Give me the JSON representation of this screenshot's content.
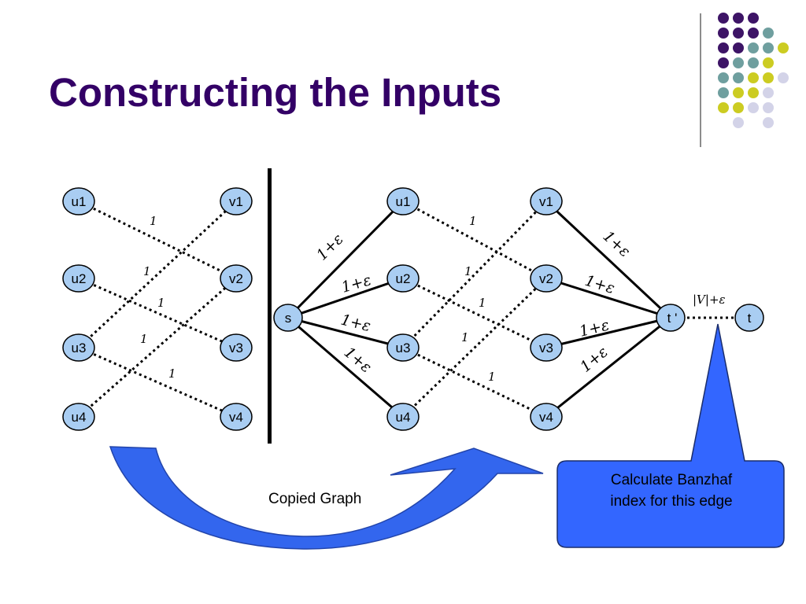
{
  "slide": {
    "title": "Constructing the Inputs"
  },
  "colors": {
    "title": "#330066",
    "node_fill": "#a9cdf2",
    "arrow": "#3366ee",
    "callout": "#3366ff",
    "dot_purple": "#3d1466",
    "dot_teal": "#6f9f9f",
    "dot_yellow": "#cccc22",
    "dot_lavender": "#d3d3e8"
  },
  "left_graph": {
    "u_nodes": [
      "u1",
      "u2",
      "u3",
      "u4"
    ],
    "v_nodes": [
      "v1",
      "v2",
      "v3",
      "v4"
    ],
    "edge_weight": "1"
  },
  "right_graph": {
    "source": "s",
    "sink_prime": "t '",
    "sink": "t",
    "u_nodes": [
      "u1",
      "u2",
      "u3",
      "u4"
    ],
    "v_nodes": [
      "v1",
      "v2",
      "v3",
      "v4"
    ],
    "edge_weight": "1",
    "side_edge_label": "1+ε",
    "final_edge_label": "|V|+ε"
  },
  "arrow_label": "Copied Graph",
  "callout": {
    "line1": "Calculate Banzhaf",
    "line2": "index for this edge"
  }
}
